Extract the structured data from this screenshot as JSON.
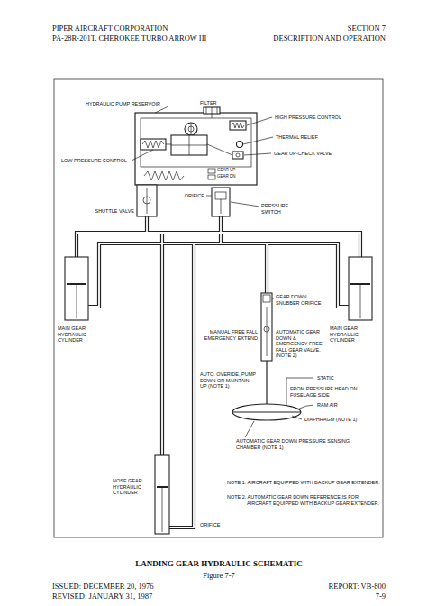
{
  "diagram": {
    "caption": "LANDING GEAR HYDRAULIC SCHEMATIC",
    "labels": [
      "PIPER AIRCRAFT CORPORATION",
      "PA-28R-201T, CHEROKEE TURBO ARROW III",
      "SECTION 7",
      "DESCRIPTION AND OPERATION",
      "HYDRAULIC PUMP RESERVOIR",
      "FILTER",
      "HIGH PRESSURE CONTROL",
      "THERMAL RELIEF",
      "GEAR UP-CHECK VALVE",
      "LOW PRESSURE CONTROL",
      "GEAR UP",
      "GEAR DN",
      "SHUTTLE VALVE",
      "ORIFICE",
      "PRESSURE SWITCH",
      "MAIN GEAR HYDRAULIC CYLINDER",
      "GEAR DOWN SNUBBER ORIFICE",
      "MANUAL FREE FALL EMERGENCY EXTEND",
      "AUTOMATIC GEAR DOWN & EMERGENCY FREE FALL GEAR VALVE. (NOTE 2)",
      "MAIN GEAR HYDRAULIC CYLINDER",
      "AUTO. OVERIDE, PUMP DOWN OR MAINTAIN UP (NOTE 1)",
      "STATIC",
      "FROM PRESSURE HEAD ON FUSELAGE SIDE",
      "RAM AIR",
      "DIAPHRAGM (NOTE 1)",
      "AUTOMATIC GEAR DOWN PRESSURE SENSING CHAMBER (NOTE 1)",
      "NOSE GEAR HYDRAULIC CYLINDER",
      "ORIFICE",
      "NOTE 1. AIRCRAFT EQUIPPED WITH BACKUP GEAR EXTENDER.",
      "NOTE 2. AUTOMATIC GEAR DOWN REFERENCE IS FOR AIRCRAFT EQUIPPED WITH BACKUP GEAR EXTENDER.",
      "Figure 7-7",
      "ISSUED: DECEMBER 20, 1976",
      "REVISED: JANUARY 31, 1987",
      "REPORT: VB-800",
      "7-9"
    ]
  }
}
